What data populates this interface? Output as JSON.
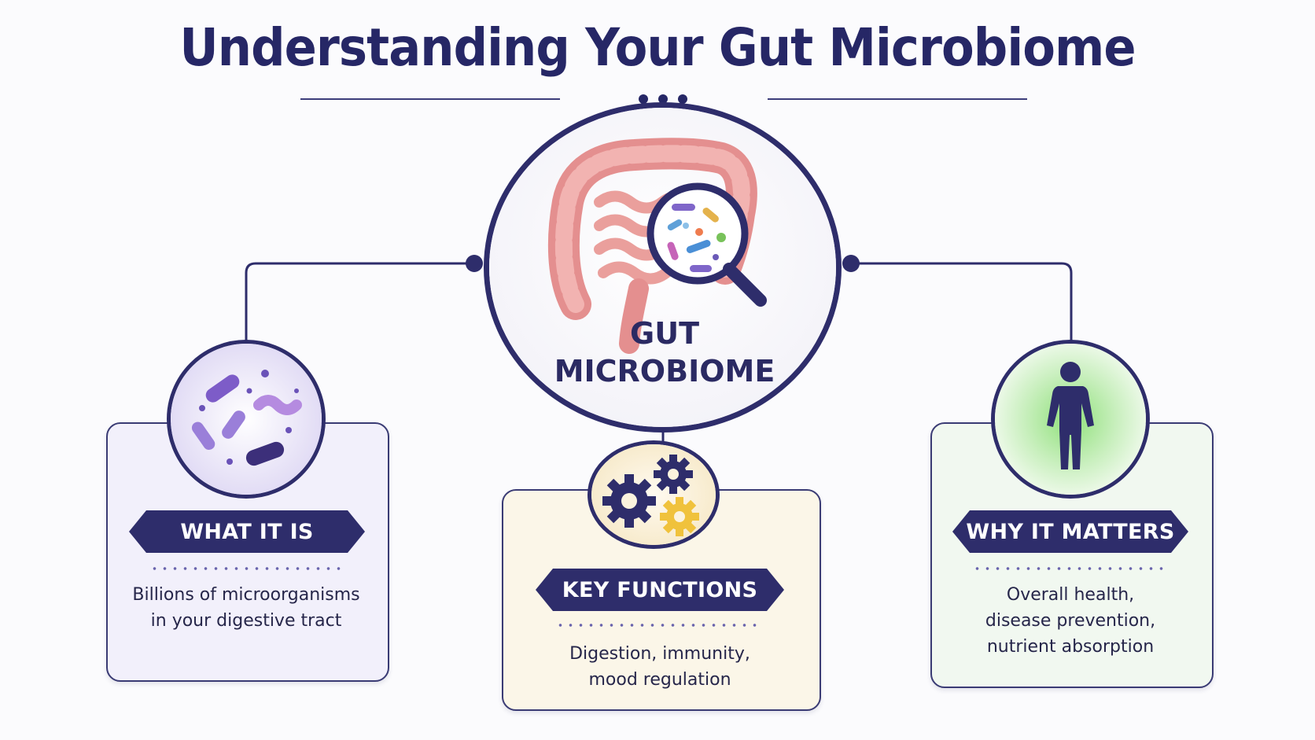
{
  "title": "Understanding Your Gut Microbiome",
  "center": {
    "label_line1": "GUT",
    "label_line2": "MICROBIOME"
  },
  "cards": {
    "left": {
      "heading": "WHAT IT IS",
      "line1": "Billions of microorganisms",
      "line2": "in your digestive tract",
      "icon": "bacteria-icon"
    },
    "middle": {
      "heading": "KEY FUNCTIONS",
      "line1": "Digestion, immunity,",
      "line2": "mood regulation",
      "icon": "gears-icon"
    },
    "right": {
      "heading": "WHY IT MATTERS",
      "line1": "Overall health,",
      "line2": "disease prevention,",
      "line3": "nutrient absorption",
      "icon": "human-body-icon"
    }
  },
  "colors": {
    "navy": "#2e2d6b",
    "left_card_bg": "#f2f0fb",
    "middle_card_bg": "#fbf6e8",
    "right_card_bg": "#f1f8f0",
    "gut_pink": "#e99a9a",
    "gear_gold": "#f0c23c"
  }
}
